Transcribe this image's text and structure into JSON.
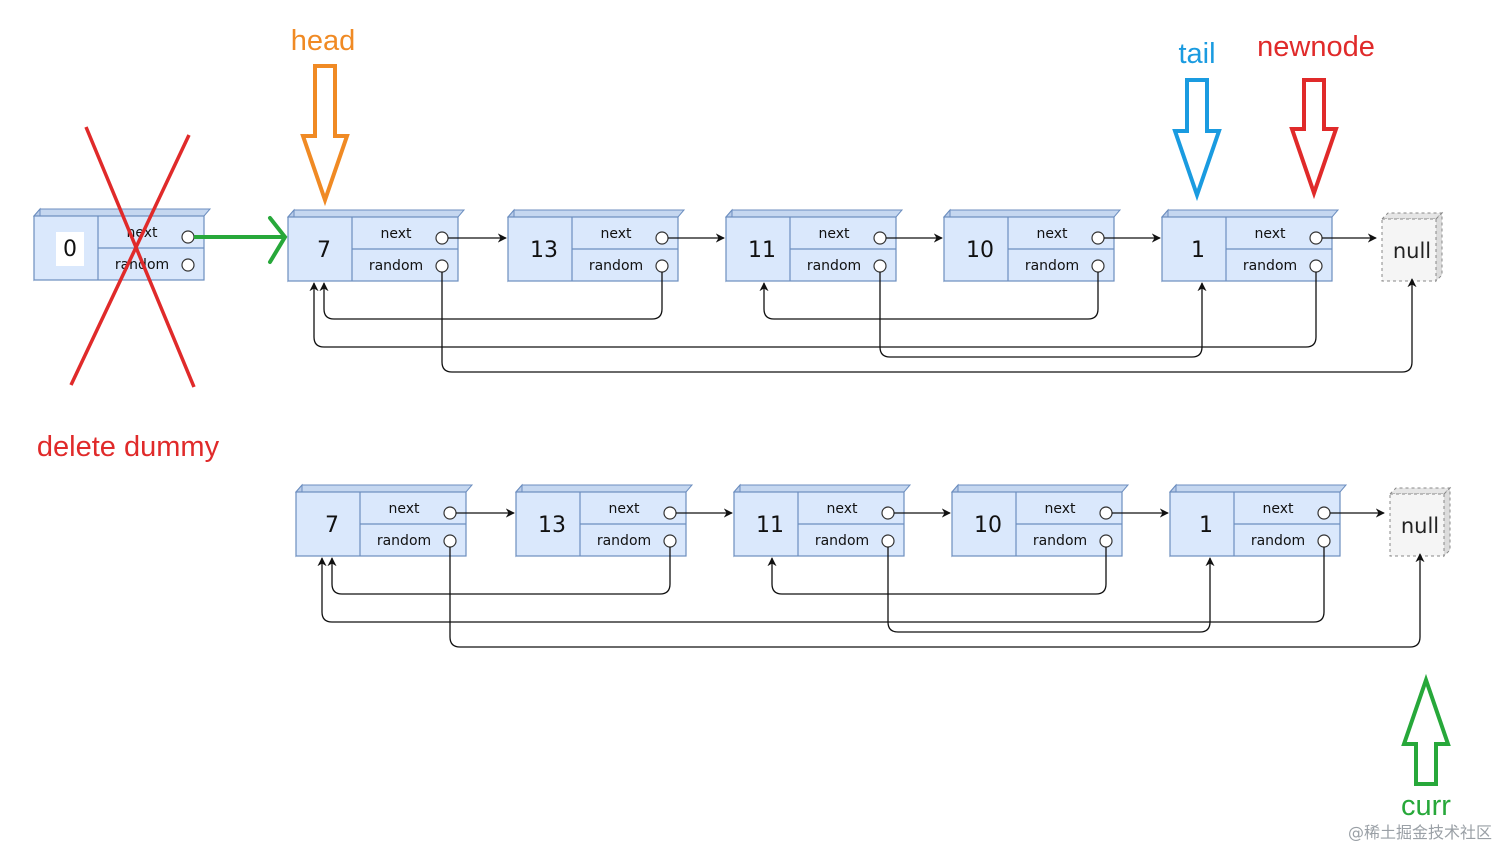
{
  "labels": {
    "head": "head",
    "tail": "tail",
    "newnode": "newnode",
    "delete_dummy": "delete dummy",
    "curr": "curr"
  },
  "dummy": {
    "value": "0",
    "next": "next",
    "random": "random"
  },
  "top_list": {
    "nodes": [
      {
        "value": "7",
        "next": "next",
        "random": "random"
      },
      {
        "value": "13",
        "next": "next",
        "random": "random"
      },
      {
        "value": "11",
        "next": "next",
        "random": "random"
      },
      {
        "value": "10",
        "next": "next",
        "random": "random"
      },
      {
        "value": "1",
        "next": "next",
        "random": "random"
      }
    ],
    "null_label": "null"
  },
  "bottom_list": {
    "nodes": [
      {
        "value": "7",
        "next": "next",
        "random": "random"
      },
      {
        "value": "13",
        "next": "next",
        "random": "random"
      },
      {
        "value": "11",
        "next": "next",
        "random": "random"
      },
      {
        "value": "10",
        "next": "next",
        "random": "random"
      },
      {
        "value": "1",
        "next": "next",
        "random": "random"
      }
    ],
    "null_label": "null"
  },
  "watermark": "@稀土掘金技术社区",
  "colors": {
    "head": "#f08a24",
    "tail": "#1a9be0",
    "newnode": "#e02a2a",
    "delete": "#e02a2a",
    "curr": "#27a83a",
    "dummy_link": "#27a83a",
    "node_fill": "#dae8fc",
    "node_stroke": "#6c8ebf"
  }
}
